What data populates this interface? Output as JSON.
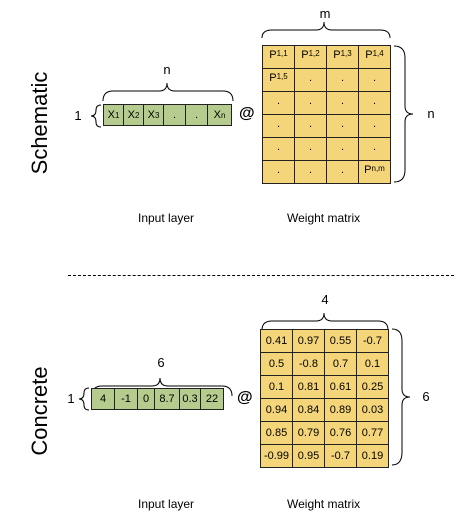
{
  "schematic": {
    "side_label": "Schematic",
    "input": {
      "row_label": "1",
      "width_label": "n",
      "cells": [
        "X1",
        "X2",
        "X3",
        ".",
        ".",
        "Xn"
      ],
      "caption": "Input layer"
    },
    "operator": "@",
    "weights": {
      "width_label": "m",
      "height_label": "n",
      "rows": [
        [
          "P1,1",
          "P1,2",
          "P1,3",
          "P1,4"
        ],
        [
          "P1,5",
          ".",
          ".",
          "."
        ],
        [
          ".",
          ".",
          ".",
          "."
        ],
        [
          ".",
          ".",
          ".",
          "."
        ],
        [
          ".",
          ".",
          ".",
          "."
        ],
        [
          ".",
          ".",
          ".",
          "Pn,m"
        ]
      ],
      "caption": "Weight matrix"
    }
  },
  "concrete": {
    "side_label": "Concrete",
    "input": {
      "row_label": "1",
      "width_label": "6",
      "cells": [
        "4",
        "-1",
        "0",
        "8.7",
        "0.3",
        "22"
      ],
      "caption": "Input layer"
    },
    "operator": "@",
    "weights": {
      "width_label": "4",
      "height_label": "6",
      "rows": [
        [
          "0.41",
          "0.97",
          "0.55",
          "-0.7"
        ],
        [
          "0.5",
          "-0.8",
          "0.7",
          "0.1"
        ],
        [
          "0.1",
          "0.81",
          "0.61",
          "0.25"
        ],
        [
          "0.94",
          "0.84",
          "0.89",
          "0.03"
        ],
        [
          "0.85",
          "0.79",
          "0.76",
          "0.77"
        ],
        [
          "-0.99",
          "0.95",
          "-0.7",
          "0.19"
        ]
      ],
      "caption": "Weight matrix"
    }
  },
  "colors": {
    "input_fill": "#b5cc8e",
    "weight_fill": "#f5d57a",
    "border": "#222222"
  }
}
